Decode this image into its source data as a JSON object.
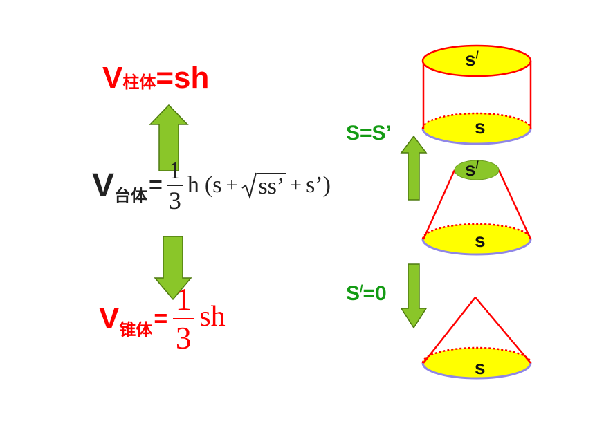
{
  "formulas": {
    "prism": {
      "V": "V",
      "sub": "柱体",
      "rhs": "=sh"
    },
    "frustum": {
      "V": "V",
      "sub": "台体",
      "eq": "=",
      "num": "1",
      "den": "3",
      "h": "h",
      "open": "(",
      "s1": "s",
      "plus1": "+",
      "root": "ss’",
      "plus2": "+",
      "s2": "s’",
      "close": ")"
    },
    "cone": {
      "V": "V",
      "sub": "锥体",
      "eq": "=",
      "num": "1",
      "den": "3",
      "rhs": "sh"
    }
  },
  "conditions": {
    "up": "S=S’",
    "down_main": "S",
    "down_sup": "/",
    "down_rest": "=0"
  },
  "shapes": {
    "cylinder": {
      "top_main": "s",
      "top_sup": "/",
      "bottom": "s"
    },
    "frustum": {
      "top_main": "s",
      "top_sup": "/",
      "bottom": "s"
    },
    "cone": {
      "bottom": "s"
    }
  },
  "colors": {
    "red": "#ff0000",
    "green": "#149b14",
    "arrow_fill": "#8ac629",
    "arrow_stroke": "#4e7a10",
    "fill_yellow": "#ffff00",
    "base_edge": "#8f86e6"
  }
}
